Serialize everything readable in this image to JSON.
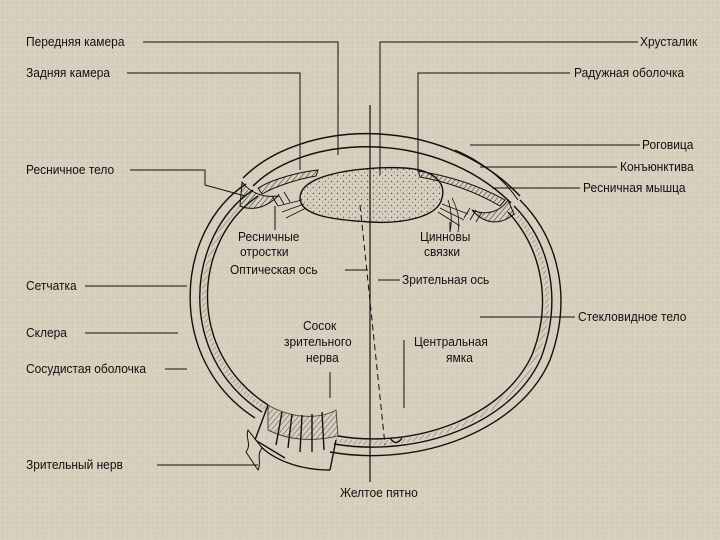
{
  "diagram": {
    "labels": {
      "anterior_chamber": "Передняя камера",
      "posterior_chamber": "Задняя камера",
      "ciliary_body": "Ресничное тело",
      "retina": "Сетчатка",
      "sclera": "Склера",
      "choroid": "Сосудистая оболочка",
      "optic_nerve": "Зрительный нерв",
      "lens": "Хрусталик",
      "iris": "Радужная оболочка",
      "cornea": "Роговица",
      "conjunctiva": "Конъюнктива",
      "ciliary_muscle": "Ресничная мышца",
      "ciliary_processes_1": "Ресничные",
      "ciliary_processes_2": "отростки",
      "optical_axis": "Оптическая ось",
      "zonules_1": "Цинновы",
      "zonules_2": "связки",
      "visual_axis": "Зрительная ось",
      "vitreous_body": "Стекловидное тело",
      "optic_disc_1": "Сосок",
      "optic_disc_2": "зрительного",
      "optic_disc_3": "нерва",
      "fovea_1": "Центральная",
      "fovea_2": "ямка",
      "macula": "Желтое пятно"
    }
  }
}
